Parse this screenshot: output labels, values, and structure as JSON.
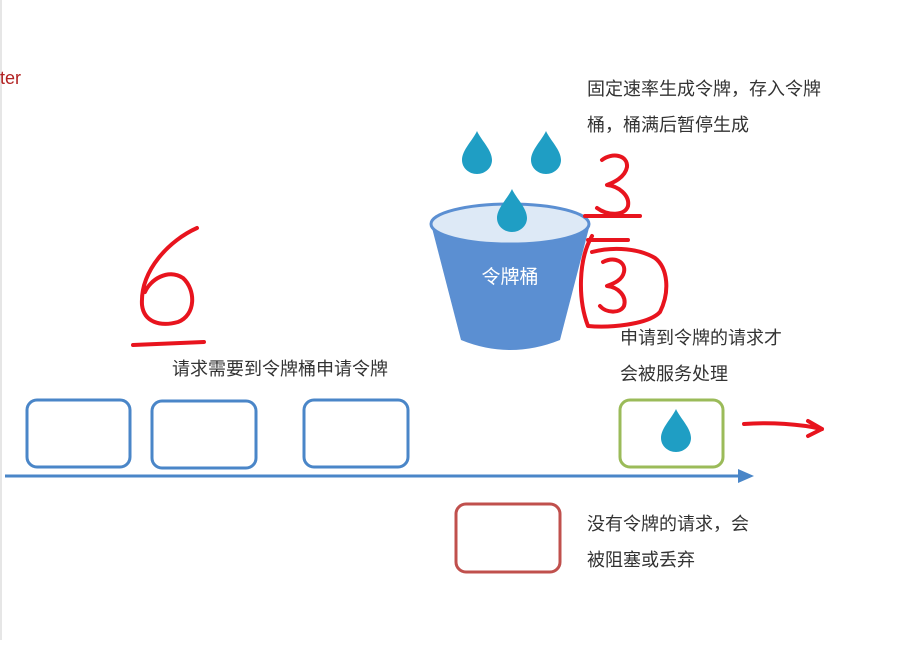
{
  "fragment": "ter",
  "bucket": {
    "label": "令牌桶"
  },
  "texts": {
    "generate_line1": "固定速率生成令牌，存入令牌",
    "generate_line2": "桶，桶满后暂停生成",
    "request_apply": "请求需要到令牌桶申请令牌",
    "passed_line1": "申请到令牌的请求才",
    "passed_line2": "会被服务处理",
    "blocked_line1": "没有令牌的请求，会",
    "blocked_line2": "被阻塞或丢弃"
  },
  "colors": {
    "blue": "#4a86c8",
    "bucket_blue": "#5b8fd2",
    "drop": "#1f9ec4",
    "green": "#9bbb59",
    "red_box": "#c0504d",
    "ink_red": "#e8141e"
  },
  "annotations": {
    "number_left": "6",
    "number_top": "3",
    "number_circled": "3"
  }
}
